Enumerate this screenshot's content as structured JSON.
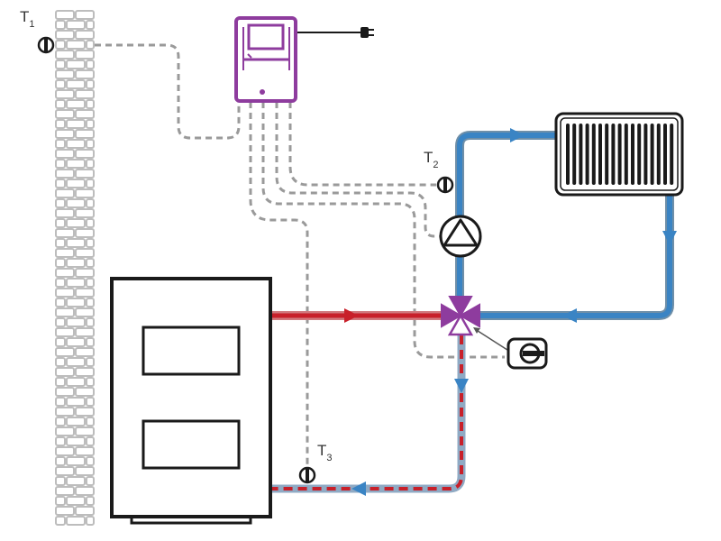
{
  "colors": {
    "controller": "#8e3c9e",
    "supply": "#c8202a",
    "return": "#3a84c4",
    "signal": "#9a9a9a",
    "outline": "#1a1a1a",
    "brick": "#bdbdbd",
    "cable": "#1a1a1a"
  },
  "icons": {
    "controller": "controller-icon",
    "pump": "circulation-pump-icon",
    "valve": "three-way-mixing-valve-icon",
    "actuator": "valve-actuator-icon",
    "radiator": "radiator-icon",
    "boiler": "boiler-icon",
    "wall": "brick-wall-icon",
    "plug": "power-plug-icon",
    "sensor": "temperature-sensor-icon"
  },
  "sensors": {
    "t1": {
      "letter": "T",
      "index": "1"
    },
    "t2": {
      "letter": "T",
      "index": "2"
    },
    "t3": {
      "letter": "T",
      "index": "3"
    }
  }
}
